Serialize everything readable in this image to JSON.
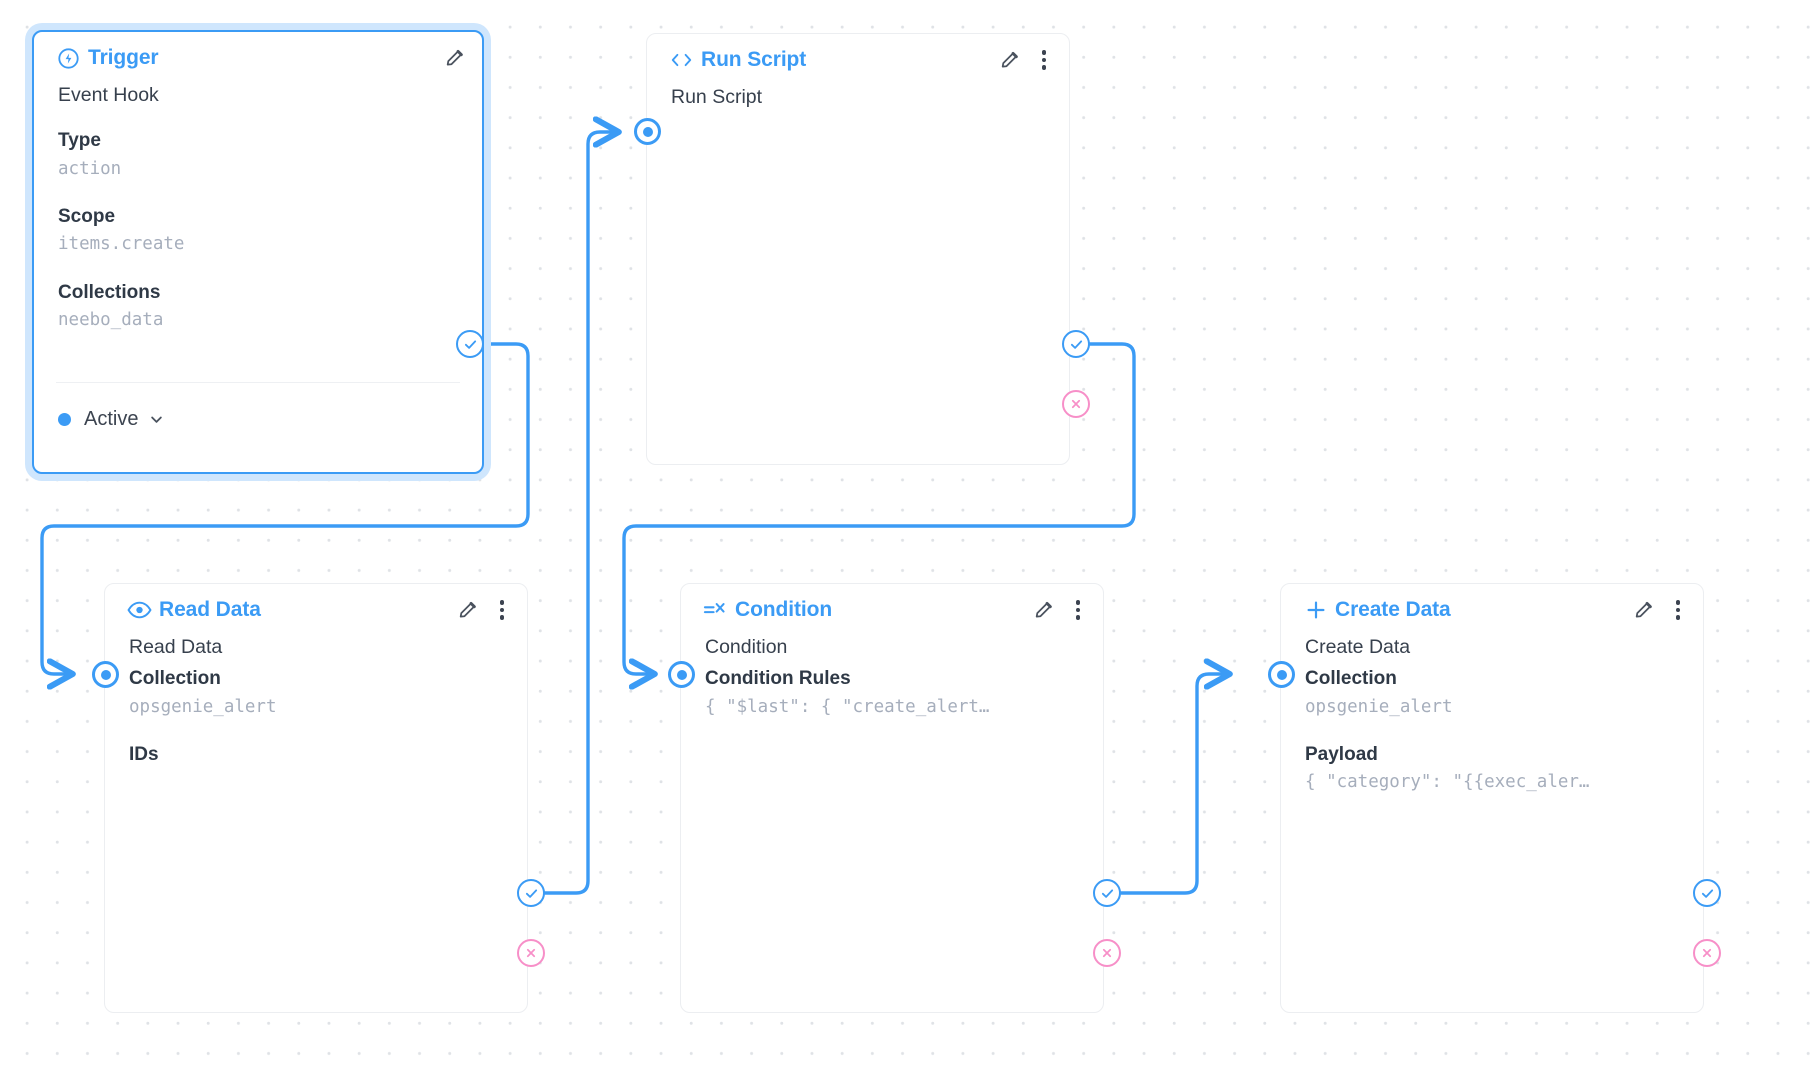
{
  "canvas": {
    "background": "#ffffff",
    "grid_dot_color": "#dfe2e6",
    "accent_color": "#3b9bf5",
    "reject_color": "#f78fc8",
    "edge_color": "#3b9bf5"
  },
  "nodes": [
    {
      "id": "trigger",
      "title": "Trigger",
      "icon": "bolt-circle-icon",
      "selected": true,
      "row_name": "Event Hook",
      "fields": [
        {
          "label": "Type",
          "value": "action"
        },
        {
          "label": "Scope",
          "value": "items.create"
        },
        {
          "label": "Collections",
          "value": "neebo_data"
        }
      ],
      "status": {
        "label": "Active",
        "dot_color": "#3b9bf5"
      },
      "has_edit": true,
      "has_kebab": false,
      "has_reject": false
    },
    {
      "id": "run-script",
      "title": "Run Script",
      "icon": "code-brackets-icon",
      "selected": false,
      "row_name": "Run Script",
      "fields": [],
      "has_edit": true,
      "has_kebab": true,
      "has_reject": true
    },
    {
      "id": "read-data",
      "title": "Read Data",
      "icon": "eye-icon",
      "selected": false,
      "row_name": "Read Data",
      "fields": [
        {
          "label": "Collection",
          "value": "opsgenie_alert"
        },
        {
          "label": "IDs",
          "value": ""
        }
      ],
      "has_edit": true,
      "has_kebab": true,
      "has_reject": true
    },
    {
      "id": "condition",
      "title": "Condition",
      "icon": "filter-condition-icon",
      "selected": false,
      "row_name": "Condition",
      "fields": [
        {
          "label": "Condition Rules",
          "value": "{ \"$last\": { \"create_alert…"
        }
      ],
      "has_edit": true,
      "has_kebab": true,
      "has_reject": true
    },
    {
      "id": "create-data",
      "title": "Create Data",
      "icon": "plus-icon",
      "selected": false,
      "row_name": "Create Data",
      "fields": [
        {
          "label": "Collection",
          "value": "opsgenie_alert"
        },
        {
          "label": "Payload",
          "value": "{ \"category\": \"{{exec_aler…"
        }
      ],
      "has_edit": true,
      "has_kebab": true,
      "has_reject": true
    }
  ],
  "handles": {
    "input_name": "node-input-handle",
    "success_name": "node-success-output-handle",
    "reject_name": "node-reject-output-handle"
  },
  "edges": [
    {
      "from": "trigger",
      "to": "read-data",
      "type": "success"
    },
    {
      "from": "read-data",
      "to": "run-script",
      "type": "success"
    },
    {
      "from": "run-script",
      "to": "condition",
      "type": "success"
    },
    {
      "from": "condition",
      "to": "create-data",
      "type": "success"
    }
  ]
}
